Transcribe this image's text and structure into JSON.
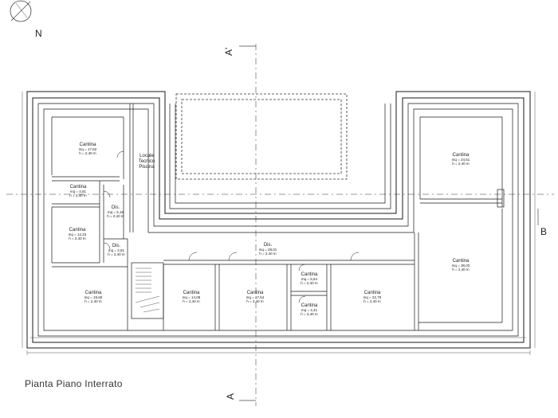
{
  "north": {
    "label": "N"
  },
  "section_labels": {
    "top": "A'",
    "bottom": "A",
    "right": "B"
  },
  "caption": "Pianta Piano Interrato",
  "rooms": [
    {
      "name": "Cantina",
      "area": "mq = 17,62",
      "height": "h = 2,40 m"
    },
    {
      "name": "Cantina",
      "area": "mq = 4,81",
      "height": "h = 2,40 m"
    },
    {
      "name": "Cantina",
      "area": "mq = 12,23",
      "height": "h = 2,40 m"
    },
    {
      "name": "Cantina",
      "area": "mq = 19,60",
      "height": "h = 2,40 m"
    },
    {
      "name": "Cantina",
      "area": "mq = 14,08",
      "height": "h = 2,40 m"
    },
    {
      "name": "Cantina",
      "area": "mq = 17,54",
      "height": "h = 2,40 m"
    },
    {
      "name": "Cantina",
      "area": "mq = 5,54",
      "height": "h = 2,40 m"
    },
    {
      "name": "Cantina",
      "area": "mq = 4,41",
      "height": "h = 2,40 m"
    },
    {
      "name": "Cantina",
      "area": "mq = 22,79",
      "height": "h = 2,40 m"
    },
    {
      "name": "Cantina",
      "area": "mq = 24,51",
      "height": "h = 2,40 m"
    },
    {
      "name": "Cantina",
      "area": "mq = 38,03",
      "height": "h = 2,40 m"
    }
  ],
  "disimpegni": [
    {
      "name": "Dis.",
      "area": "mq = 5,16",
      "height": "h = 2,40 m"
    },
    {
      "name": "Dis.",
      "area": "mq = 2,81",
      "height": "h = 2,40 m"
    },
    {
      "name": "Dis.",
      "area": "mq = 28,01",
      "height": "h = 2,40 m"
    }
  ],
  "locale_tecnico": [
    "Locale",
    "Tecnico",
    "Piscina"
  ]
}
